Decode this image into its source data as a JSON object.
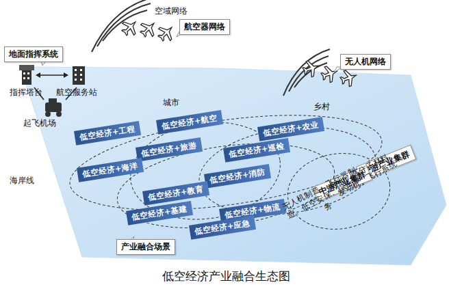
{
  "diagram": {
    "title": "低空经济产业融合生态图",
    "nodes": [
      {
        "text": [
          "地面指挥系统"
        ]
      },
      {
        "text": [
          "航空器网络"
        ]
      },
      {
        "text": [
          "无人机网络"
        ]
      },
      {
        "text": [
          "低空经济+航空"
        ]
      },
      {
        "text": [
          "低空经济+农业"
        ]
      },
      {
        "text": [
          "低空经济+工程"
        ]
      },
      {
        "text": [
          "低空经济+旅游"
        ]
      },
      {
        "text": [
          "低空经济+巡检"
        ]
      },
      {
        "text": [
          "低空经济+海洋"
        ]
      },
      {
        "text": [
          "低空经济+消防"
        ]
      },
      {
        "text": [
          "低空经济+教育"
        ]
      },
      {
        "text": [
          "低空经济+物流"
        ]
      },
      {
        "text": [
          "低空经济+基建"
        ]
      },
      {
        "text": [
          "低空经济+应急"
        ]
      },
      {
        "text": [
          "中游产业集群"
        ]
      },
      {
        "text": [
          "中游产业集群"
        ]
      },
      {
        "text": [
          "产业融合场景"
        ]
      }
    ],
    "labels": [
      "空域网络",
      "指挥塔台",
      "航空服务站",
      "起飞机场",
      "城市",
      "乡村",
      "海岸线",
      "电池、高分子材料、发动机、飞行系统",
      "无人机制造、飞行器制造、低空安保、综合服务"
    ]
  }
}
